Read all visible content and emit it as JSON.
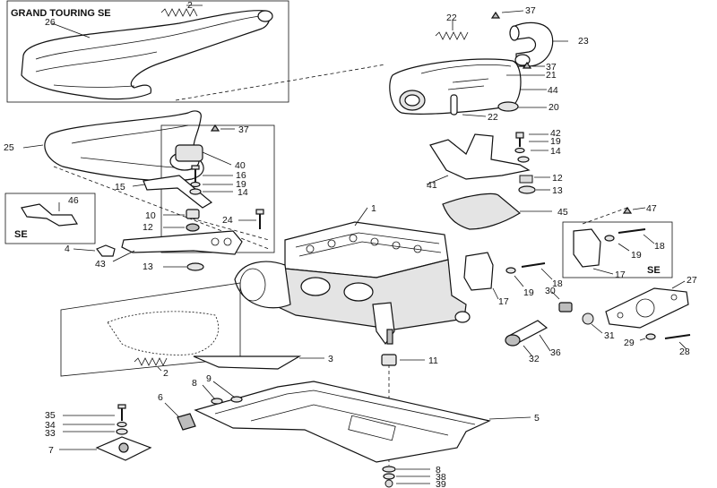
{
  "inset_labels": {
    "grand_touring": "GRAND TOURING SE",
    "se_left": "SE",
    "se_right": "SE"
  },
  "callouts": [
    {
      "id": "c2a",
      "text": "2"
    },
    {
      "id": "c26",
      "text": "26"
    },
    {
      "id": "c22a",
      "text": "22"
    },
    {
      "id": "c37a",
      "text": "37"
    },
    {
      "id": "c23",
      "text": "23"
    },
    {
      "id": "c37b",
      "text": "37"
    },
    {
      "id": "c21",
      "text": "21"
    },
    {
      "id": "c44",
      "text": "44"
    },
    {
      "id": "c20",
      "text": "20"
    },
    {
      "id": "c22b",
      "text": "22"
    },
    {
      "id": "c37c",
      "text": "37"
    },
    {
      "id": "c25",
      "text": "25"
    },
    {
      "id": "c40",
      "text": "40"
    },
    {
      "id": "c16",
      "text": "16"
    },
    {
      "id": "c19a",
      "text": "19"
    },
    {
      "id": "c15",
      "text": "15"
    },
    {
      "id": "c14a",
      "text": "14"
    },
    {
      "id": "c42",
      "text": "42"
    },
    {
      "id": "c19b",
      "text": "19"
    },
    {
      "id": "c14b",
      "text": "14"
    },
    {
      "id": "c41",
      "text": "41"
    },
    {
      "id": "c12a",
      "text": "12"
    },
    {
      "id": "c13a",
      "text": "13"
    },
    {
      "id": "c46",
      "text": "46"
    },
    {
      "id": "c10",
      "text": "10"
    },
    {
      "id": "c24",
      "text": "24"
    },
    {
      "id": "c12b",
      "text": "12"
    },
    {
      "id": "c1",
      "text": "1"
    },
    {
      "id": "c45",
      "text": "45"
    },
    {
      "id": "c47",
      "text": "47"
    },
    {
      "id": "c4",
      "text": "4"
    },
    {
      "id": "c18a",
      "text": "18"
    },
    {
      "id": "c19c",
      "text": "19"
    },
    {
      "id": "c43",
      "text": "43"
    },
    {
      "id": "c13b",
      "text": "13"
    },
    {
      "id": "c17a",
      "text": "17"
    },
    {
      "id": "c18b",
      "text": "18"
    },
    {
      "id": "c19d",
      "text": "19"
    },
    {
      "id": "c17b",
      "text": "17"
    },
    {
      "id": "c27",
      "text": "27"
    },
    {
      "id": "c30",
      "text": "30"
    },
    {
      "id": "c31",
      "text": "31"
    },
    {
      "id": "c29",
      "text": "29"
    },
    {
      "id": "c28",
      "text": "28"
    },
    {
      "id": "c32",
      "text": "32"
    },
    {
      "id": "c36",
      "text": "36"
    },
    {
      "id": "c3",
      "text": "3"
    },
    {
      "id": "c11",
      "text": "11"
    },
    {
      "id": "c2b",
      "text": "2"
    },
    {
      "id": "c8a",
      "text": "8"
    },
    {
      "id": "c9",
      "text": "9"
    },
    {
      "id": "c6",
      "text": "6"
    },
    {
      "id": "c5",
      "text": "5"
    },
    {
      "id": "c35",
      "text": "35"
    },
    {
      "id": "c34",
      "text": "34"
    },
    {
      "id": "c33",
      "text": "33"
    },
    {
      "id": "c7",
      "text": "7"
    },
    {
      "id": "c8b",
      "text": "8"
    },
    {
      "id": "c38",
      "text": "38"
    },
    {
      "id": "c39",
      "text": "39"
    }
  ]
}
